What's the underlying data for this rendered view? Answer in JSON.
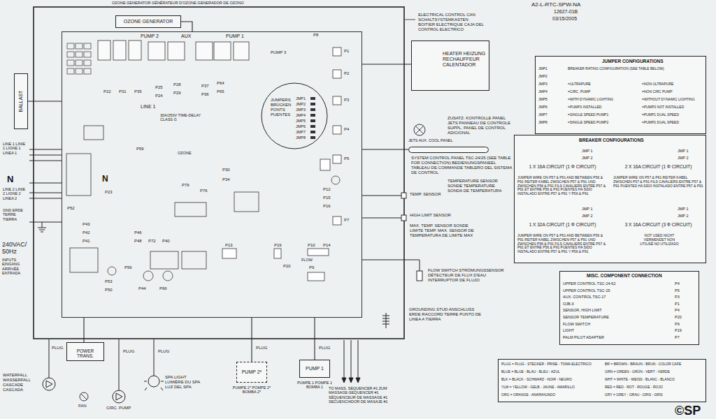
{
  "diagram": {
    "nodes": [
      {
        "text": [
          "PUMP 2",
          "AUX",
          "PUMP 1",
          "PUMP 3",
          "LINE 1",
          "30A/250V TIME-DELAY CLASS G",
          "OZONE",
          "FLOW"
        ]
      },
      {
        "text": [
          "JUMPERS BRÜCKEN PONTS PUENTES",
          "JMP1",
          "JMP2",
          "JMP3",
          "JMP4",
          "JMP5",
          "JMP6",
          "JMP7",
          "JMP8"
        ],
        "in": 0
      },
      {
        "text": [
          "OZONE GENERATOR"
        ]
      },
      {
        "text": [
          "BALLAST"
        ]
      },
      {
        "text": [
          "HEATER HEIZUNG RECHAUFFEUR CALENTADOR"
        ]
      },
      {
        "text": [
          "SYSTEM CONTROL PANEL TSC-24/25 (SEE TABLE FOR CONNECTION) BEDIENUNGSPANEEL TABLEAU DE COMMANDE TABLERO DEL SISTEMA DE CONTROL"
        ]
      },
      {
        "text": [
          "POWER TRANS."
        ]
      },
      {
        "text": [
          "PUMP 2*",
          "PUMPE 2* POMPE 2* BOMBA 2*"
        ]
      },
      {
        "text": [
          "PUMP 1",
          "PUMPE 1 POMPE 1 BOMBA 1"
        ]
      },
      {
        "text": [
          "JUMPER CONFIGURATIONS",
          "JMP1",
          "JMP2",
          "JMP3",
          "JMP4",
          "JMP5",
          "JMP6",
          "JMP7",
          "JMP8",
          "BREAKER RATING CONFIGURATION (SEE TABLE BELOW)",
          "=ULTRAPURE",
          "=CIRC. PUMP",
          "=WITH DYNAMIC LIGHTING",
          "=PUMP3 INSTALLED",
          "=SINGLE SPEED PUMP1",
          "=SINGLE SPEED PUMP2",
          "=NON ULTRAPURE",
          "=NON CIRC PUMP",
          "=WITHOUT DYNAMIC LIGHTING",
          "=PUMP3 NOT INSTALLED",
          "=PUMP1 DUAL SPEED",
          "=PUMP2 DUAL SPEED"
        ]
      },
      {
        "text": [
          "BREAKER CONFIGURATIONS",
          "JMP 1",
          "JMP 2",
          "1 X 16A CIRCUIT (1 Φ CIRCUIT)",
          "JUMPER WIRE ON P57 & P91 AND BETWEEN P56 & P91 REITER KABEL ZWISCHEN P57 & P91 UND ZWISCHEN P56 & P91 FILS CAVALIERS ENTRE P57 & P91 ET ENTRE P56 & P91 PUENTES HA SIDO INSTALADO ENTRE P57 & P91 Y P56 & P91",
          "JMP 1",
          "JMP 2",
          "2 X 16A CIRCUIT (1 Φ CIRCUIT)",
          "JUMPER WIRE ON P57 & P91 REITER KABEL ZWISCHEN P57 & P91 FILS CAVALIERS ENTRE P57 & P91 PUENTES HA SIDO INSTALADO ENTRE P57 & P91",
          "JMP 1",
          "JMP 2",
          "1 X 32A CIRCUIT (1 Φ CIRCUIT)",
          "JUMPER WIRE ON P57 & P91 AND BETWEEN P56 & P91 REITER KABEL ZWISCHEN P57 & P91 UND ZWISCHEN P56 & P91 FILS CAVALIERS ENTRE P57 & P91 ET ENTRE P56 & P91 PUENTES HA SIDO INSTALADO ENTRE P57 & P91 Y P56 & P91",
          "JMP 1",
          "JMP 2",
          "3 X 16A CIRCUIT (3 Φ CIRCUIT)",
          "NOT USED NICHT VERWENDET NON UTILISÉ NO UTILIZADO"
        ]
      },
      {
        "text": [
          "MISC. COMPONENT CONNECTION",
          "UPPER CONTROL TSC-24-62",
          "P4",
          "UPPER CONTROL TSC-25",
          "P5",
          "AUX. CONTROL TSC-17",
          "P3",
          "OJB-3",
          "P1",
          "SENSOR, HIGH LIMIT",
          "P4",
          "SENSOR TEMPERATURE",
          "P20",
          "FLOW SWITCH",
          "P9",
          "LIGHT",
          "P19",
          "PALM PILOT ADAPTER",
          "P7"
        ]
      },
      {
        "text": [
          "PLUG = PLUG - STECKER - PRISE - TOMA ELECTRICO",
          "BLUE = BLUE - BLAU - BLEU - AZUL",
          "BLK = BLACK - SCHWARZ - NOIR - NEGRO",
          "YLW = YELLOW - GELB - JAUNE - AMARILLO",
          "ORG = ORANGE - ANARANJADO",
          "BR = BROWN - BRAUN - BRUN - COLOR CAFE",
          "GRN = GREEN - GRÜN - VERT - VERDE",
          "WHT = WHITE - WEISS - BLANC - BLANCO",
          "RED = RED - ROT - ROUGE - ROJO",
          "GRY = GREY - GRAU - GRIS - GRIS"
        ]
      }
    ],
    "edges": [
      {
        "from": 2,
        "to": 0,
        "arrow": "none"
      },
      {
        "from": 3,
        "to": 0,
        "arrow": "none"
      },
      {
        "from": 4,
        "to": 0,
        "arrow": "none"
      },
      {
        "from": 5,
        "to": 0,
        "arrow": "none"
      },
      {
        "from": 6,
        "to": 0,
        "arrow": "none"
      },
      {
        "from": 7,
        "to": 0,
        "arrow": "none"
      },
      {
        "from": 8,
        "to": 0,
        "arrow": "none"
      }
    ],
    "labels": [
      "A2-L-RTC-SPW-NA",
      "12627-01B",
      "03/15/2005",
      "OZONE GENERATOR GÉNÉRATEUR D'OZONE GENERADOR DE OZONO",
      "ELECTRICAL CONTROL CAN SCHALTSYSTEMKASTEN BOITIER ELECTRIQUE CAJA DEL CONTROL ELECTRICO",
      "LINE 1 LINIE 1 LIGNE 1 LINEA 1",
      "N",
      "LINE 2 LINIE 2 LIGNE 2 LINEA 2",
      "GND ERDE TERRE TIERRA",
      "240VAC/ 50Hz",
      "INPUTS EINGANG ARRIVÉE ENTRADA",
      "N",
      "P8",
      "P22",
      "P31",
      "P35",
      "P25",
      "P28",
      "P37",
      "P64",
      "P24",
      "P29",
      "P36",
      "P65",
      "P59",
      "P30",
      "P34",
      "P79",
      "P76",
      "P12",
      "P15",
      "P16",
      "P13",
      "P19",
      "P10",
      "P14",
      "P9",
      "P20",
      "P1",
      "P2",
      "P3",
      "P4",
      "P5",
      "P7",
      "P52",
      "P23",
      "P43",
      "P42",
      "P41",
      "P46",
      "P48",
      "P72",
      "P40",
      "P53",
      "P56",
      "P44",
      "P66",
      "P50",
      "ZUSATZ. KONTROLLE PANEL JETS PANNEAU DE CONTROLE SUPPL. PANEL DE CONTROL ADICIONAL",
      "JETS AUX. COOL PANEL",
      "TEMPERATURE SENSOR SONDE TEMPERATURE SONDA DE TEMPERATURA",
      "TEMP. SENSOR",
      "HIGH LIMIT SENSOR",
      "MAX. TEMP. SENSOR SONDE LIMITE TEMP. MAX. SENSOR DE TEMPERATURA DE LIMITE MAX",
      "FLOW SWITCH STRÖMUNGSSENSOR DÉTECTEUR DE FLUX D'EAU INTERRUPTOR DE FLUJO",
      "GROUNDING STUD ANSCHLUSS ERDE RACCORD TERRE PUNTO DE LINEA A TIERRA",
      "PLUG",
      "PLUG",
      "PLUG",
      "PLUG",
      "PLUG",
      "WATERFALL WASSERFALL CASCADE CASCADA",
      "FAN",
      "CIRC. PUMP",
      "SPA LIGHT LUMIÈRE DU SPA LUZ DEL SPA",
      "TO MASS. SEQUENCER #1 ZUM MASSAGE-SEQUENCER #1 SÉQUENCEUR DE MASSAGE #1 SECUENCIADOR DE MASAJE #1",
      "©SP"
    ]
  }
}
